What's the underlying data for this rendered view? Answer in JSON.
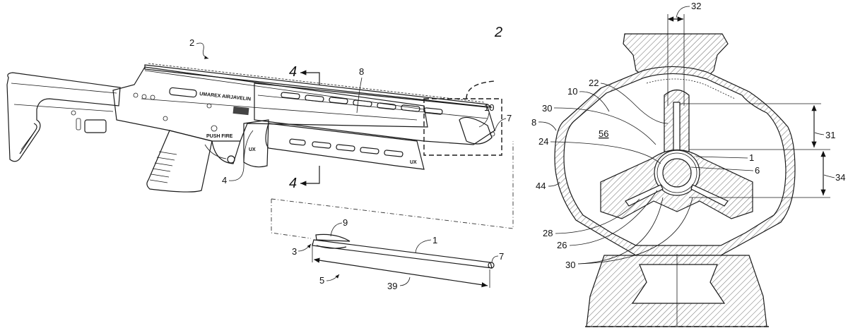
{
  "figure": {
    "type": "patent-drawing",
    "views": [
      "perspective-launcher",
      "arrow-projectile",
      "cross-section"
    ]
  },
  "launcher_view": {
    "labels": {
      "assembly": "2",
      "handguard": "8",
      "bore_insert": "10",
      "muzzle_tip": "7",
      "section_top": "4",
      "section_bottom": "4",
      "section_pointer": "4",
      "detail_ref": "2"
    },
    "markings": {
      "brand_text": "UMAREX AIRJAVELIN",
      "side_logo_1": "UX",
      "side_logo_2": "UX",
      "safety_text": "PUSH FIRE"
    }
  },
  "projectile_view": {
    "labels": {
      "shaft": "1",
      "nock_end": "3",
      "assembly": "5",
      "tip": "7",
      "fletching": "9",
      "length": "39"
    }
  },
  "section_view": {
    "labels": {
      "slot_width": "32",
      "slot": "22",
      "bore_insert": "10",
      "channel_a": "30",
      "handguard": "8",
      "cavity": "56",
      "hub": "24",
      "shaft": "1",
      "tip": "6",
      "outer_wall": "44",
      "slot_height": "31",
      "hub_height": "34",
      "vane_slot": "28",
      "vane": "26",
      "channel_b": "30"
    }
  }
}
